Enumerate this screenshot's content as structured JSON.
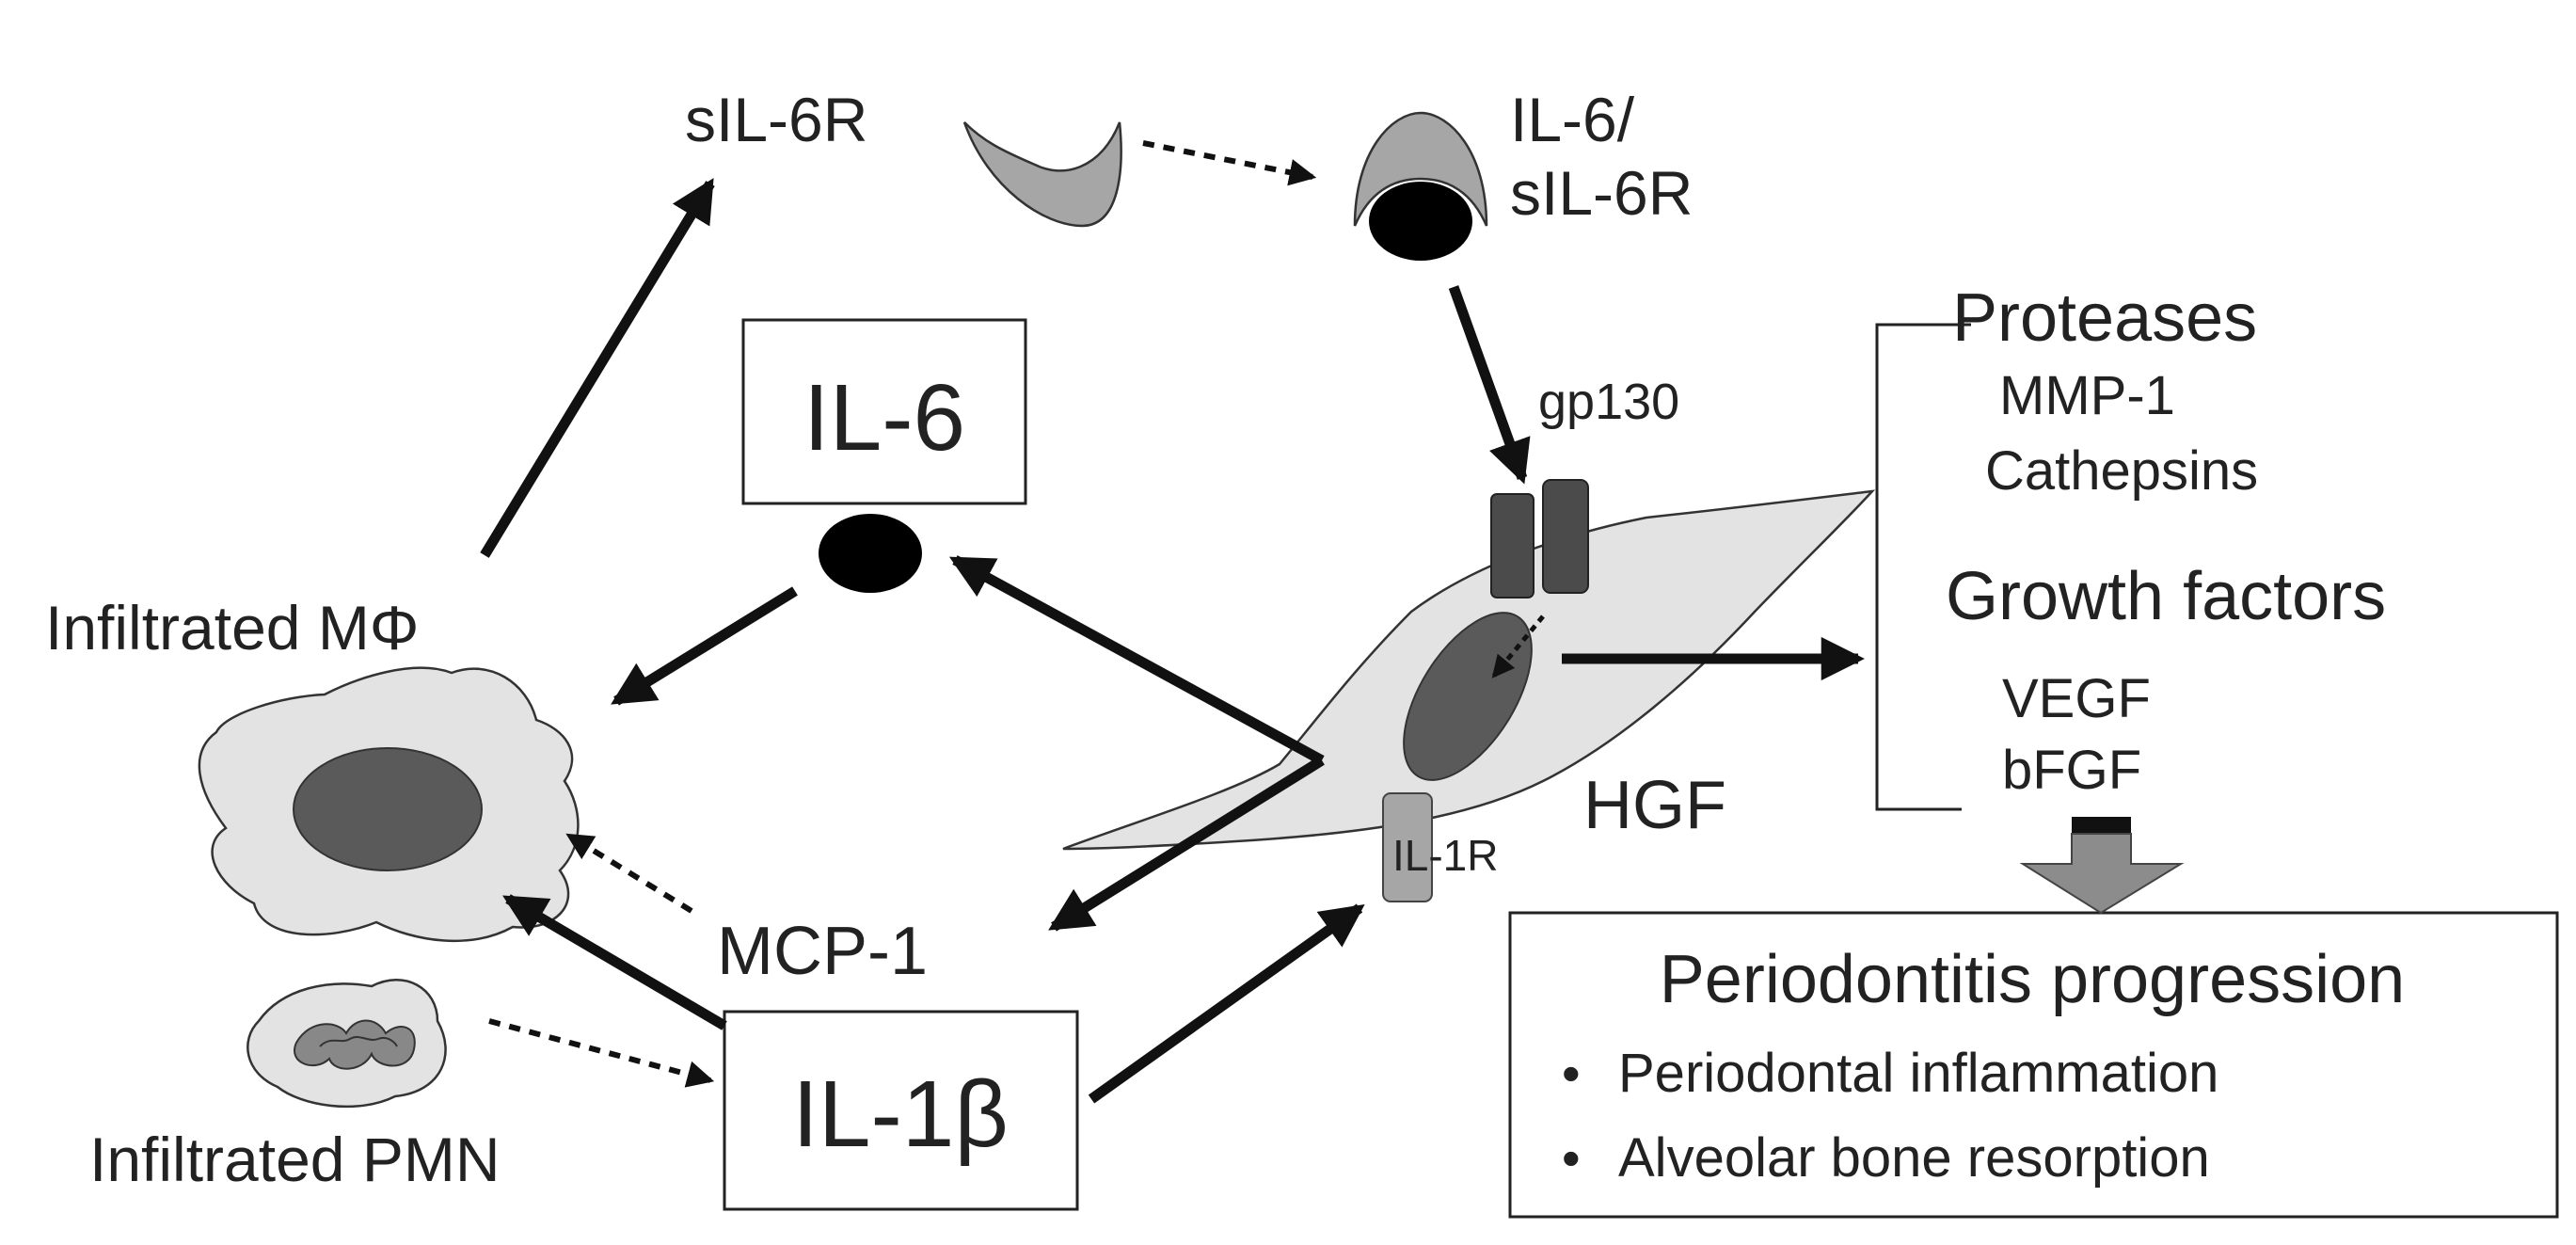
{
  "labels": {
    "sil6r": "sIL-6R",
    "il6_sil6r_line1": "IL-6/",
    "il6_sil6r_line2": "sIL-6R",
    "gp130": "gp130",
    "il6": "IL-6",
    "infiltrated_mphi": "Infiltrated MΦ",
    "mcp1": "MCP-1",
    "il1b": "IL-1β",
    "infiltrated_pmn": "Infiltrated PMN",
    "hgf": "HGF",
    "il1r": "IL-1R",
    "proteases": "Proteases",
    "mmp1": "MMP-1",
    "cathepsins": "Cathepsins",
    "growth_factors": "Growth factors",
    "vegf": "VEGF",
    "bfgf": "bFGF"
  },
  "outcome": {
    "title": "Periodontitis progression",
    "items": [
      "Periodontal inflammation",
      "Alveolar bone resorption"
    ],
    "bullet": "•"
  }
}
